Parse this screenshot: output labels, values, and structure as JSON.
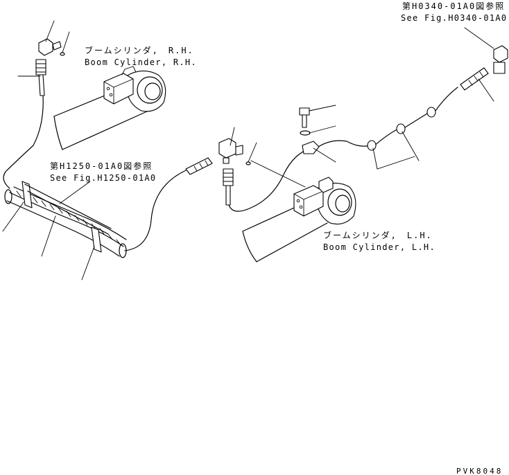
{
  "labels": {
    "rh_cylinder_jp": "ブームシリンダ,　R.H.",
    "rh_cylinder_en": "Boom Cylinder, R.H.",
    "lh_cylinder_jp": "ブームシリンダ,　L.H.",
    "lh_cylinder_en": "Boom Cylinder, L.H.",
    "ref_h1250_jp": "第H1250-01A0図参照",
    "ref_h1250_en": "See Fig.H1250-01A0",
    "ref_h0340_jp": "第H0340-01A0図参照",
    "ref_h0340_en": "See Fig.H0340-01A0",
    "drawing_code": "PVK8048"
  }
}
